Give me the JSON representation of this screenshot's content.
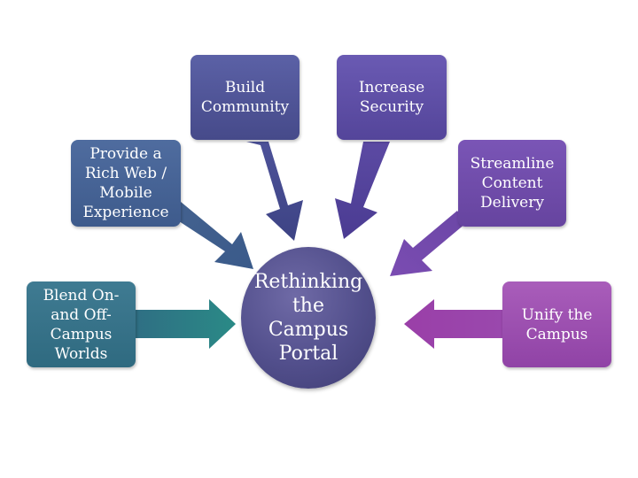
{
  "hub": {
    "label": "Rethinking\nthe\nCampus\nPortal"
  },
  "boxes": {
    "build": "Build\nCommunity",
    "security": "Increase\nSecurity",
    "rich": "Provide a\nRich Web /\nMobile\nExperience",
    "streamline": "Streamline\nContent\nDelivery",
    "blend": "Blend On-\nand Off-\nCampus\nWorlds",
    "unify": "Unify the\nCampus"
  },
  "colors": {
    "build": "#4f549a",
    "security": "#5f4fa8",
    "rich": "#466494",
    "streamline": "#704bab",
    "blend": "#357387",
    "unify": "#9b4db0",
    "hub": "#524f8c"
  }
}
